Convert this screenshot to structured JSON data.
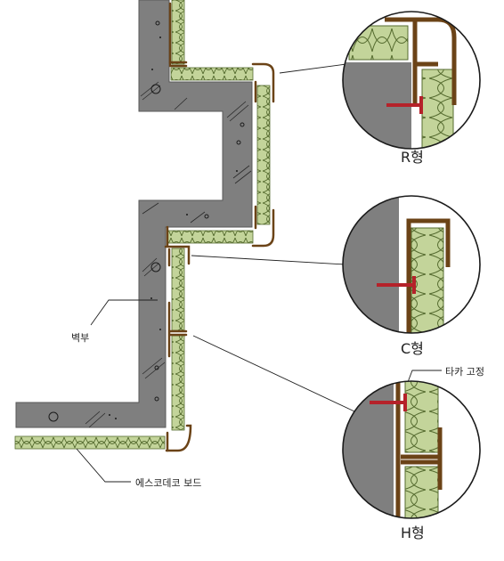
{
  "labels": {
    "wall": "벽부",
    "board": "에스코데코 보드",
    "r_type": "R형",
    "c_type": "C형",
    "h_type": "H형",
    "tacker": "타카 고정"
  },
  "colors": {
    "concrete": "#7f7f7f",
    "concrete_edge": "#5a5a5a",
    "insulation": "#c3d49a",
    "insulation_edge": "#556b2f",
    "profile": "#6b4317",
    "fastener": "#b5222a",
    "leader": "#222222"
  }
}
